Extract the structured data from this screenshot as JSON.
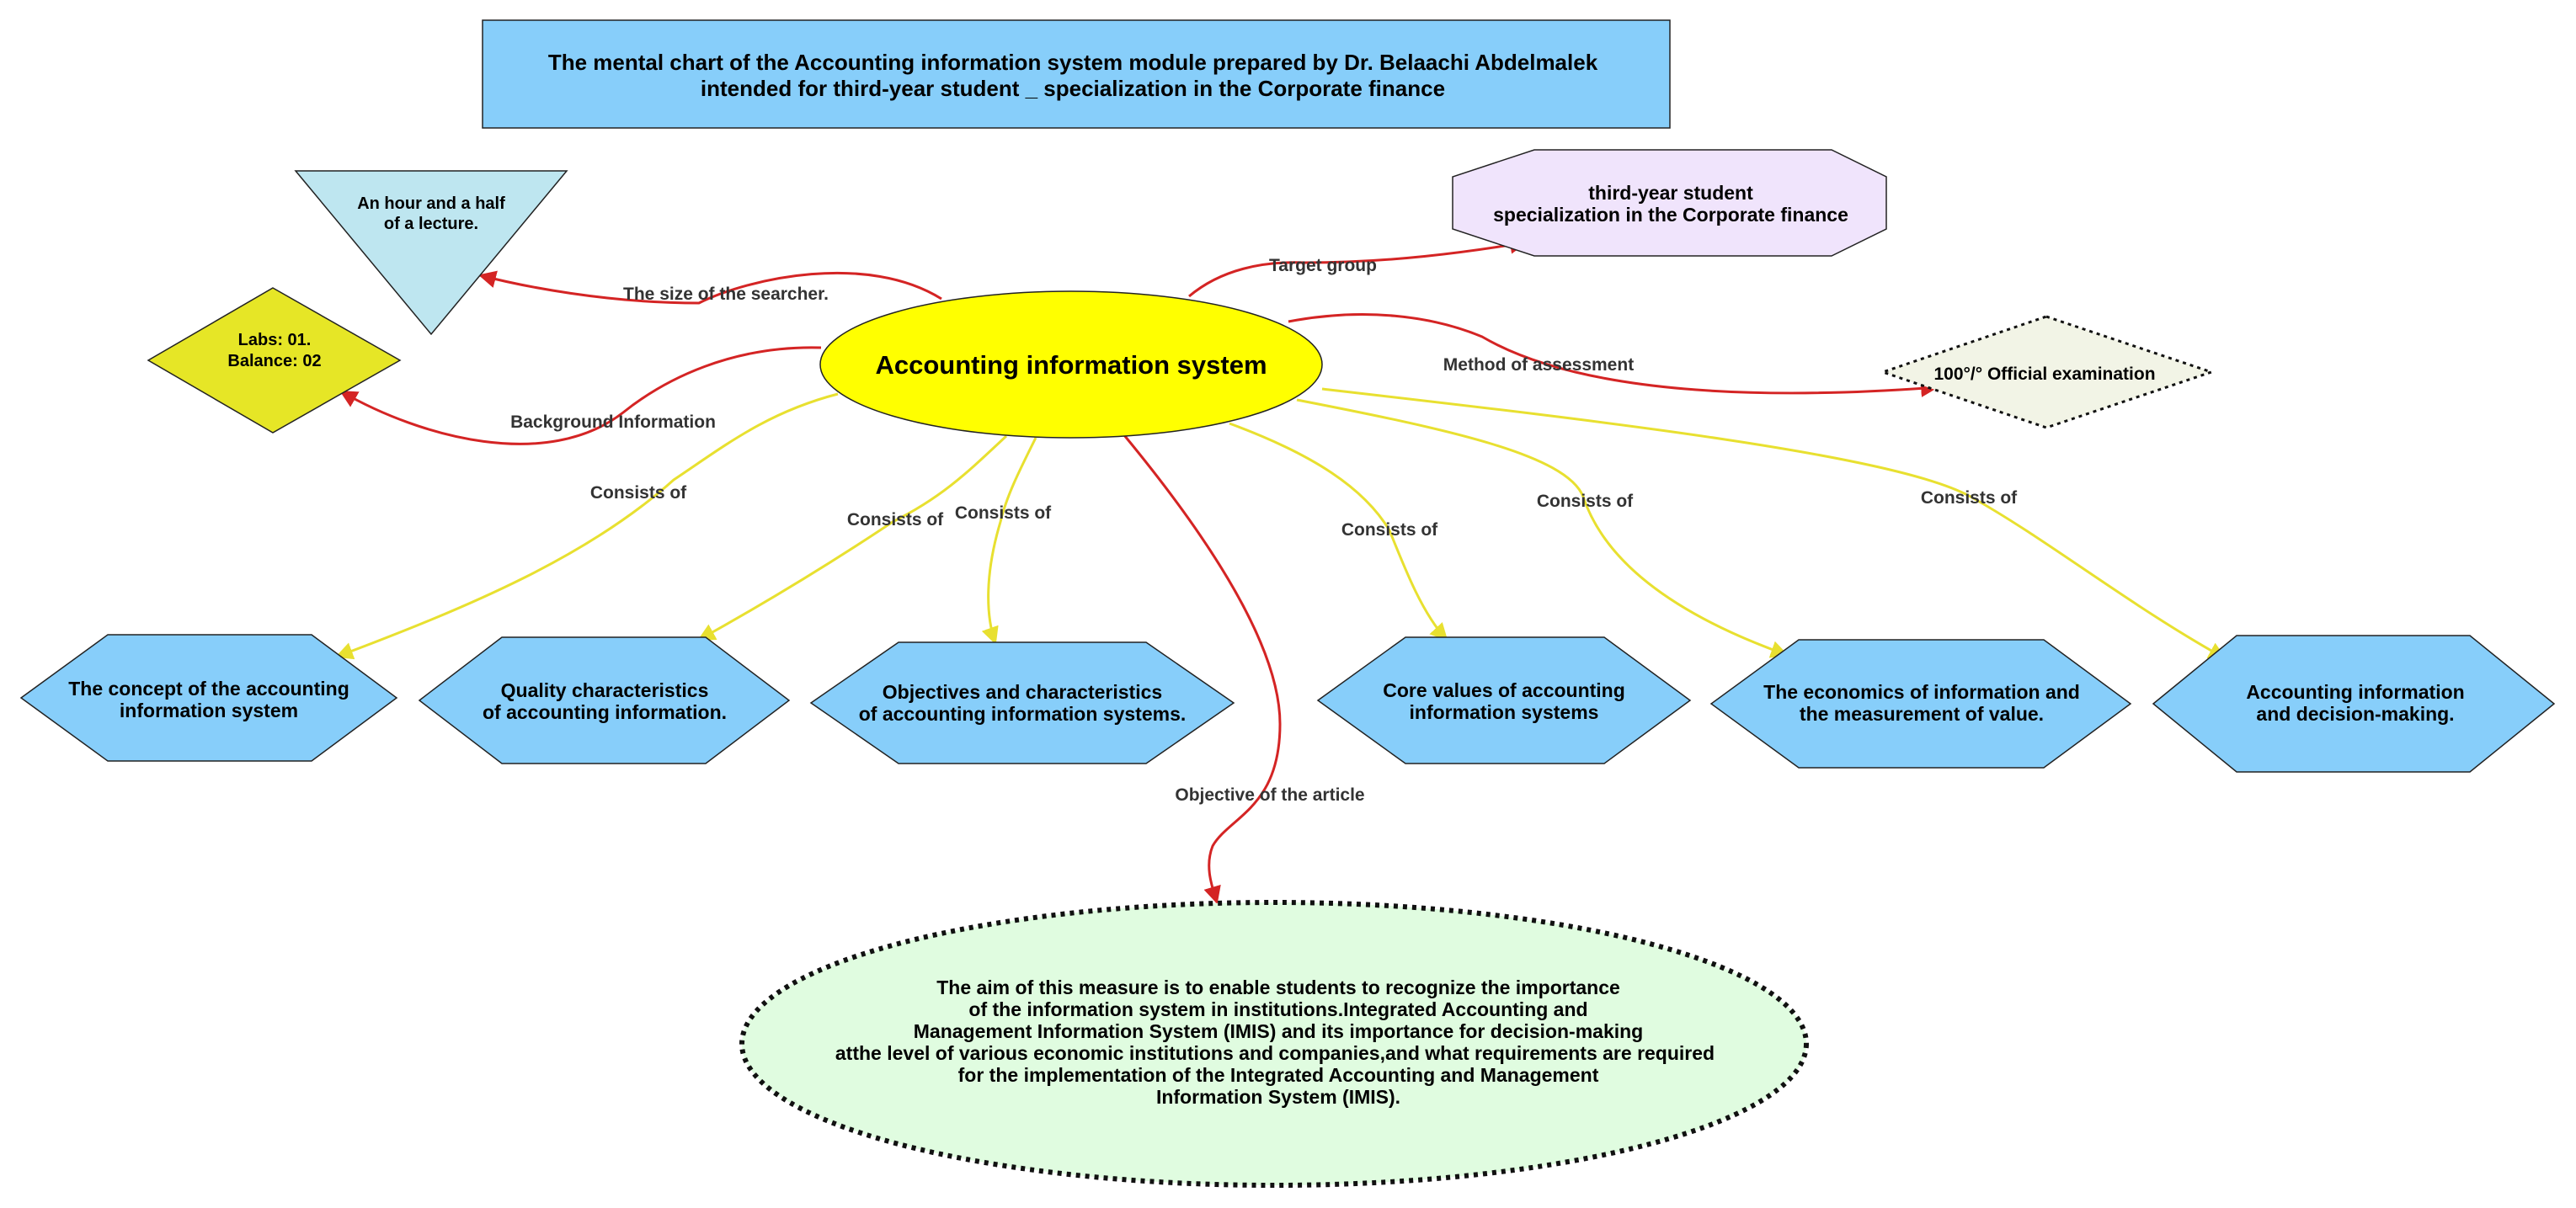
{
  "title": {
    "lines": [
      "The mental chart of the Accounting information system module prepared by Dr. Belaachi Abdelmalek",
      "intended for third-year student _ specialization in the Corporate finance"
    ]
  },
  "central": {
    "label": "Accounting information system"
  },
  "nodes": {
    "duration": {
      "lines": [
        "An hour and a half",
        "of a lecture."
      ]
    },
    "labs": {
      "lines": [
        "Labs: 01.",
        "Balance: 02"
      ]
    },
    "target": {
      "lines": [
        "third-year student",
        "specialization in the Corporate finance"
      ]
    },
    "exam": {
      "lines": [
        "100°/° Official examination"
      ]
    },
    "objective": {
      "lines": [
        "The aim of this measure is to enable students to recognize the importance",
        "of the information system in institutions.Integrated Accounting and",
        "Management Information System (IMIS) and its importance for decision-making",
        "atthe level of various economic institutions and companies,and what requirements are required",
        "for the implementation of the Integrated Accounting and Management",
        "Information System (IMIS)."
      ]
    },
    "topics": [
      {
        "lines": [
          "The concept of the accounting",
          "information system"
        ]
      },
      {
        "lines": [
          "Quality characteristics",
          "of accounting information."
        ]
      },
      {
        "lines": [
          "Objectives and characteristics",
          "of accounting information systems."
        ]
      },
      {
        "lines": [
          "Core values of accounting",
          "information systems"
        ]
      },
      {
        "lines": [
          "The economics of information and",
          "the measurement of value."
        ]
      },
      {
        "lines": [
          "Accounting information",
          "and decision-making."
        ]
      }
    ]
  },
  "edge_labels": {
    "size": "The size of the searcher.",
    "target": "Target group",
    "assessment": "Method of assessment",
    "background": "Background Information",
    "objective": "Objective of the article",
    "consists": "Consists of"
  },
  "colors": {
    "title_fill": "#87cefa",
    "central_fill": "#ffff00",
    "duration_fill": "#bee6f0",
    "labs_fill": "#e6e626",
    "target_fill": "#f0e4fc",
    "exam_fill": "#f2f4e6",
    "objective_fill": "#e0fce0",
    "topic_fill": "#87cefa",
    "red_edge": "#d42424",
    "yellow_edge": "#e8e030"
  }
}
